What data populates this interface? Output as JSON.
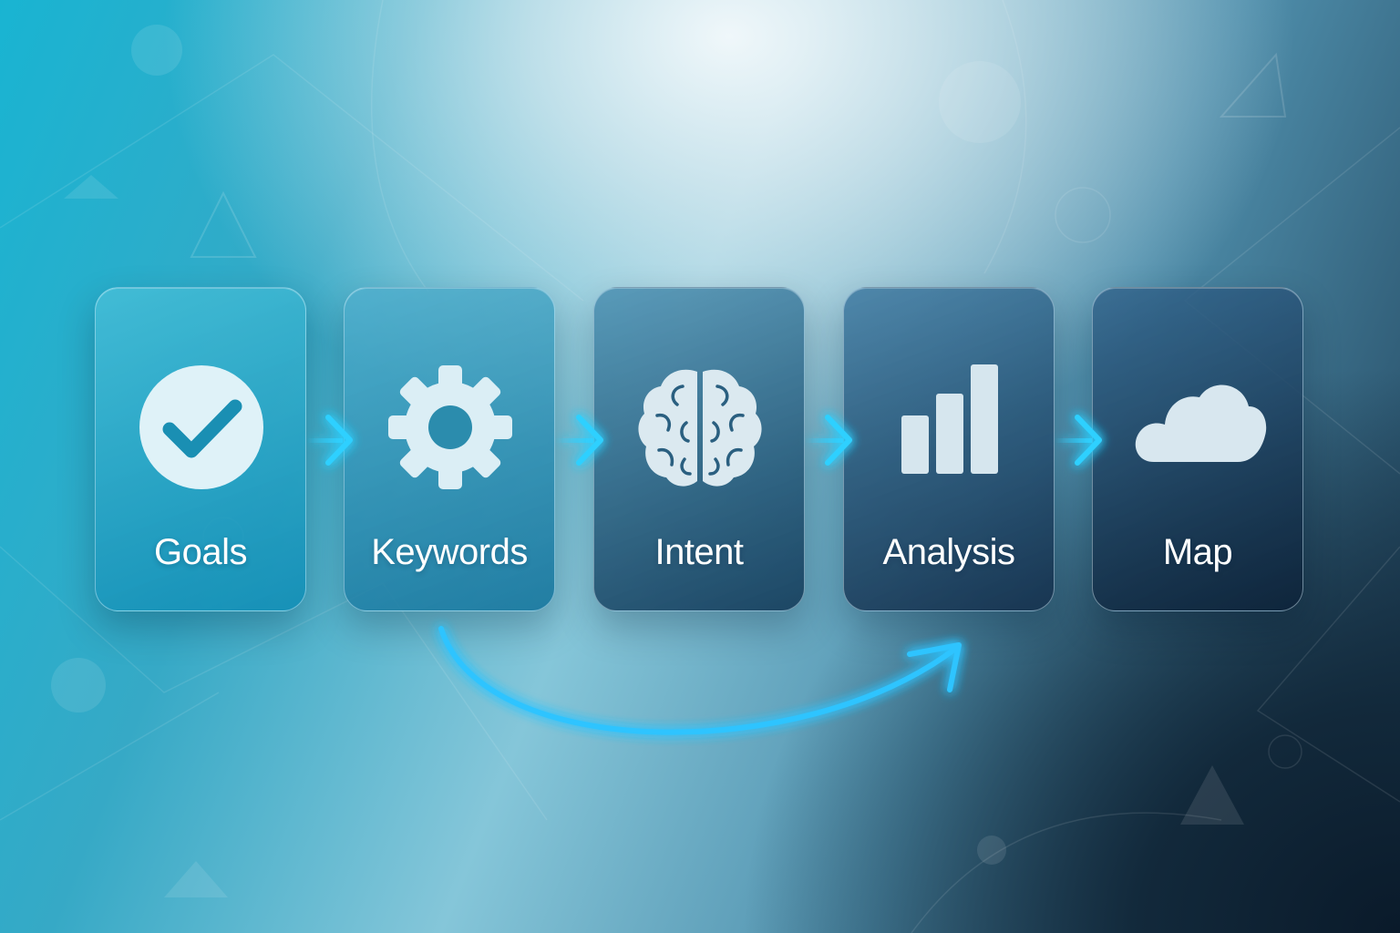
{
  "steps": [
    {
      "label": "Goals",
      "icon": "check-circle-icon"
    },
    {
      "label": "Keywords",
      "icon": "gear-icon"
    },
    {
      "label": "Intent",
      "icon": "brain-icon"
    },
    {
      "label": "Analysis",
      "icon": "bar-chart-icon"
    },
    {
      "label": "Map",
      "icon": "cloud-icon"
    }
  ],
  "colors": {
    "arrow": "#2fd0ff",
    "icon_fill": "#e4f3f8",
    "label": "#ffffff"
  }
}
